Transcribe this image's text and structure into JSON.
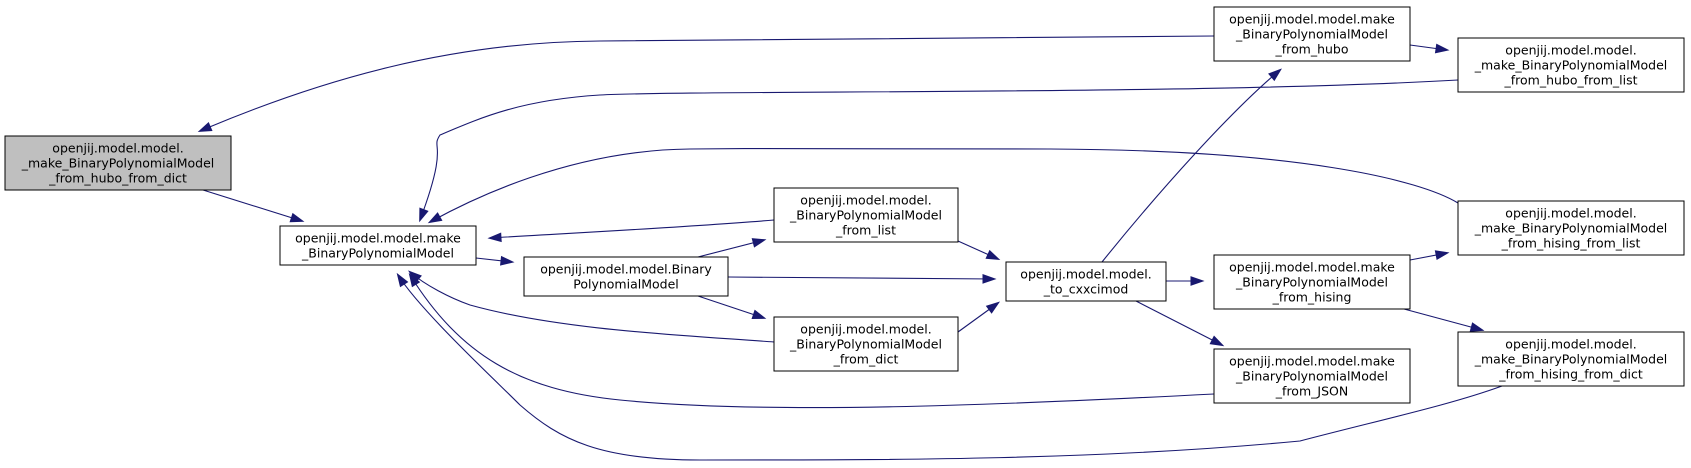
{
  "diagram": {
    "type": "call-graph",
    "colors": {
      "edge": "#191970",
      "node_fill": "#ffffff",
      "focus_fill": "#bfbfbf",
      "border": "#000000"
    },
    "nodes": [
      {
        "id": "n_dict_hubo",
        "lines": [
          "openjij.model.model.",
          "_make_BinaryPolynomialModel",
          "_from_hubo_from_dict"
        ],
        "focus": true
      },
      {
        "id": "n_make",
        "lines": [
          "openjij.model.model.make",
          "_BinaryPolynomialModel"
        ]
      },
      {
        "id": "n_bpm",
        "lines": [
          "openjij.model.model.Binary",
          "PolynomialModel"
        ]
      },
      {
        "id": "n_from_list",
        "lines": [
          "openjij.model.model.",
          "_BinaryPolynomialModel",
          "_from_list"
        ]
      },
      {
        "id": "n_from_dict",
        "lines": [
          "openjij.model.model.",
          "_BinaryPolynomialModel",
          "_from_dict"
        ]
      },
      {
        "id": "n_to_cxx",
        "lines": [
          "openjij.model.model.",
          "_to_cxxcimod"
        ]
      },
      {
        "id": "n_from_hubo",
        "lines": [
          "openjij.model.model.make",
          "_BinaryPolynomialModel",
          "_from_hubo"
        ]
      },
      {
        "id": "n_from_hising",
        "lines": [
          "openjij.model.model.make",
          "_BinaryPolynomialModel",
          "_from_hising"
        ]
      },
      {
        "id": "n_from_json",
        "lines": [
          "openjij.model.model.make",
          "_BinaryPolynomialModel",
          "_from_JSON"
        ]
      },
      {
        "id": "n_hubo_list",
        "lines": [
          "openjij.model.model.",
          "_make_BinaryPolynomialModel",
          "_from_hubo_from_list"
        ]
      },
      {
        "id": "n_hising_list",
        "lines": [
          "openjij.model.model.",
          "_make_BinaryPolynomialModel",
          "_from_hising_from_list"
        ]
      },
      {
        "id": "n_hising_dict",
        "lines": [
          "openjij.model.model.",
          "_make_BinaryPolynomialModel",
          "_from_hising_from_dict"
        ]
      }
    ],
    "edges": [
      {
        "from": "n_dict_hubo",
        "to": "n_make"
      },
      {
        "from": "n_make",
        "to": "n_bpm"
      },
      {
        "from": "n_bpm",
        "to": "n_from_list"
      },
      {
        "from": "n_bpm",
        "to": "n_to_cxx"
      },
      {
        "from": "n_bpm",
        "to": "n_from_dict"
      },
      {
        "from": "n_from_list",
        "to": "n_make"
      },
      {
        "from": "n_from_list",
        "to": "n_to_cxx"
      },
      {
        "from": "n_from_dict",
        "to": "n_make"
      },
      {
        "from": "n_from_dict",
        "to": "n_to_cxx"
      },
      {
        "from": "n_to_cxx",
        "to": "n_from_hubo"
      },
      {
        "from": "n_to_cxx",
        "to": "n_from_hising"
      },
      {
        "from": "n_to_cxx",
        "to": "n_from_json"
      },
      {
        "from": "n_from_hubo",
        "to": "n_dict_hubo"
      },
      {
        "from": "n_from_hubo",
        "to": "n_hubo_list"
      },
      {
        "from": "n_hubo_list",
        "to": "n_make"
      },
      {
        "from": "n_hising_list",
        "to": "n_make"
      },
      {
        "from": "n_from_hising",
        "to": "n_hising_list"
      },
      {
        "from": "n_from_hising",
        "to": "n_hising_dict"
      },
      {
        "from": "n_from_json",
        "to": "n_make"
      },
      {
        "from": "n_hising_dict",
        "to": "n_make"
      }
    ]
  }
}
